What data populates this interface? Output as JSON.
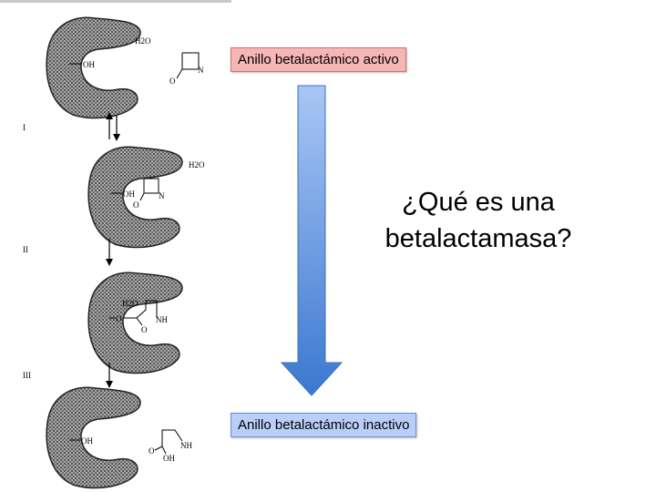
{
  "labels": {
    "active": "Anillo betalactámico activo",
    "inactive": "Anillo betalactámico inactivo"
  },
  "question": {
    "line1": "¿Qué es una",
    "line2": "betalactamasa?"
  },
  "steps": [
    "I",
    "II",
    "III"
  ],
  "chem": {
    "water": "H2O",
    "hydroxyl": "OH",
    "nitrogen": "N",
    "oxygen": "O",
    "amine": "NH",
    "acid": "OH",
    "link": "O"
  },
  "colors": {
    "active_fill": "#f7b6b6",
    "inactive_fill": "#b9cff8",
    "arrow_top": "#a9c6f5",
    "arrow_bottom": "#3b78d0",
    "enzyme": "#8a8a8a"
  }
}
